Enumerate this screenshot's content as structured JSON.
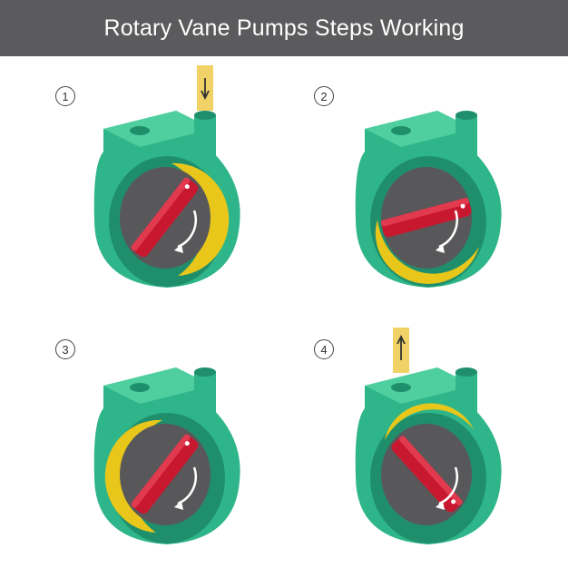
{
  "header": {
    "title": "Rotary Vane Pumps Steps Working"
  },
  "colors": {
    "header_bg": "#5b5b5d",
    "casing": "#2fb58a",
    "casing_dark": "#1f8f6b",
    "rotor": "#58585a",
    "chamber_fluid": "#e9c71a",
    "vane": "#c8182f",
    "flow_pipe": "#f0d266"
  },
  "steps": [
    {
      "label": "1",
      "vane_angle": -52,
      "fluid": "right",
      "arrow": "down",
      "flow": "inlet",
      "rotation_icon": "clockwise-arrow-icon"
    },
    {
      "label": "2",
      "vane_angle": -15,
      "fluid": "bottom",
      "arrow": "none",
      "flow": "none",
      "rotation_icon": "clockwise-arrow-icon"
    },
    {
      "label": "3",
      "vane_angle": -52,
      "fluid": "left",
      "arrow": "none",
      "flow": "none",
      "rotation_icon": "clockwise-arrow-icon"
    },
    {
      "label": "4",
      "vane_angle": 48,
      "fluid": "top",
      "arrow": "up",
      "flow": "outlet",
      "rotation_icon": "clockwise-arrow-icon"
    }
  ]
}
